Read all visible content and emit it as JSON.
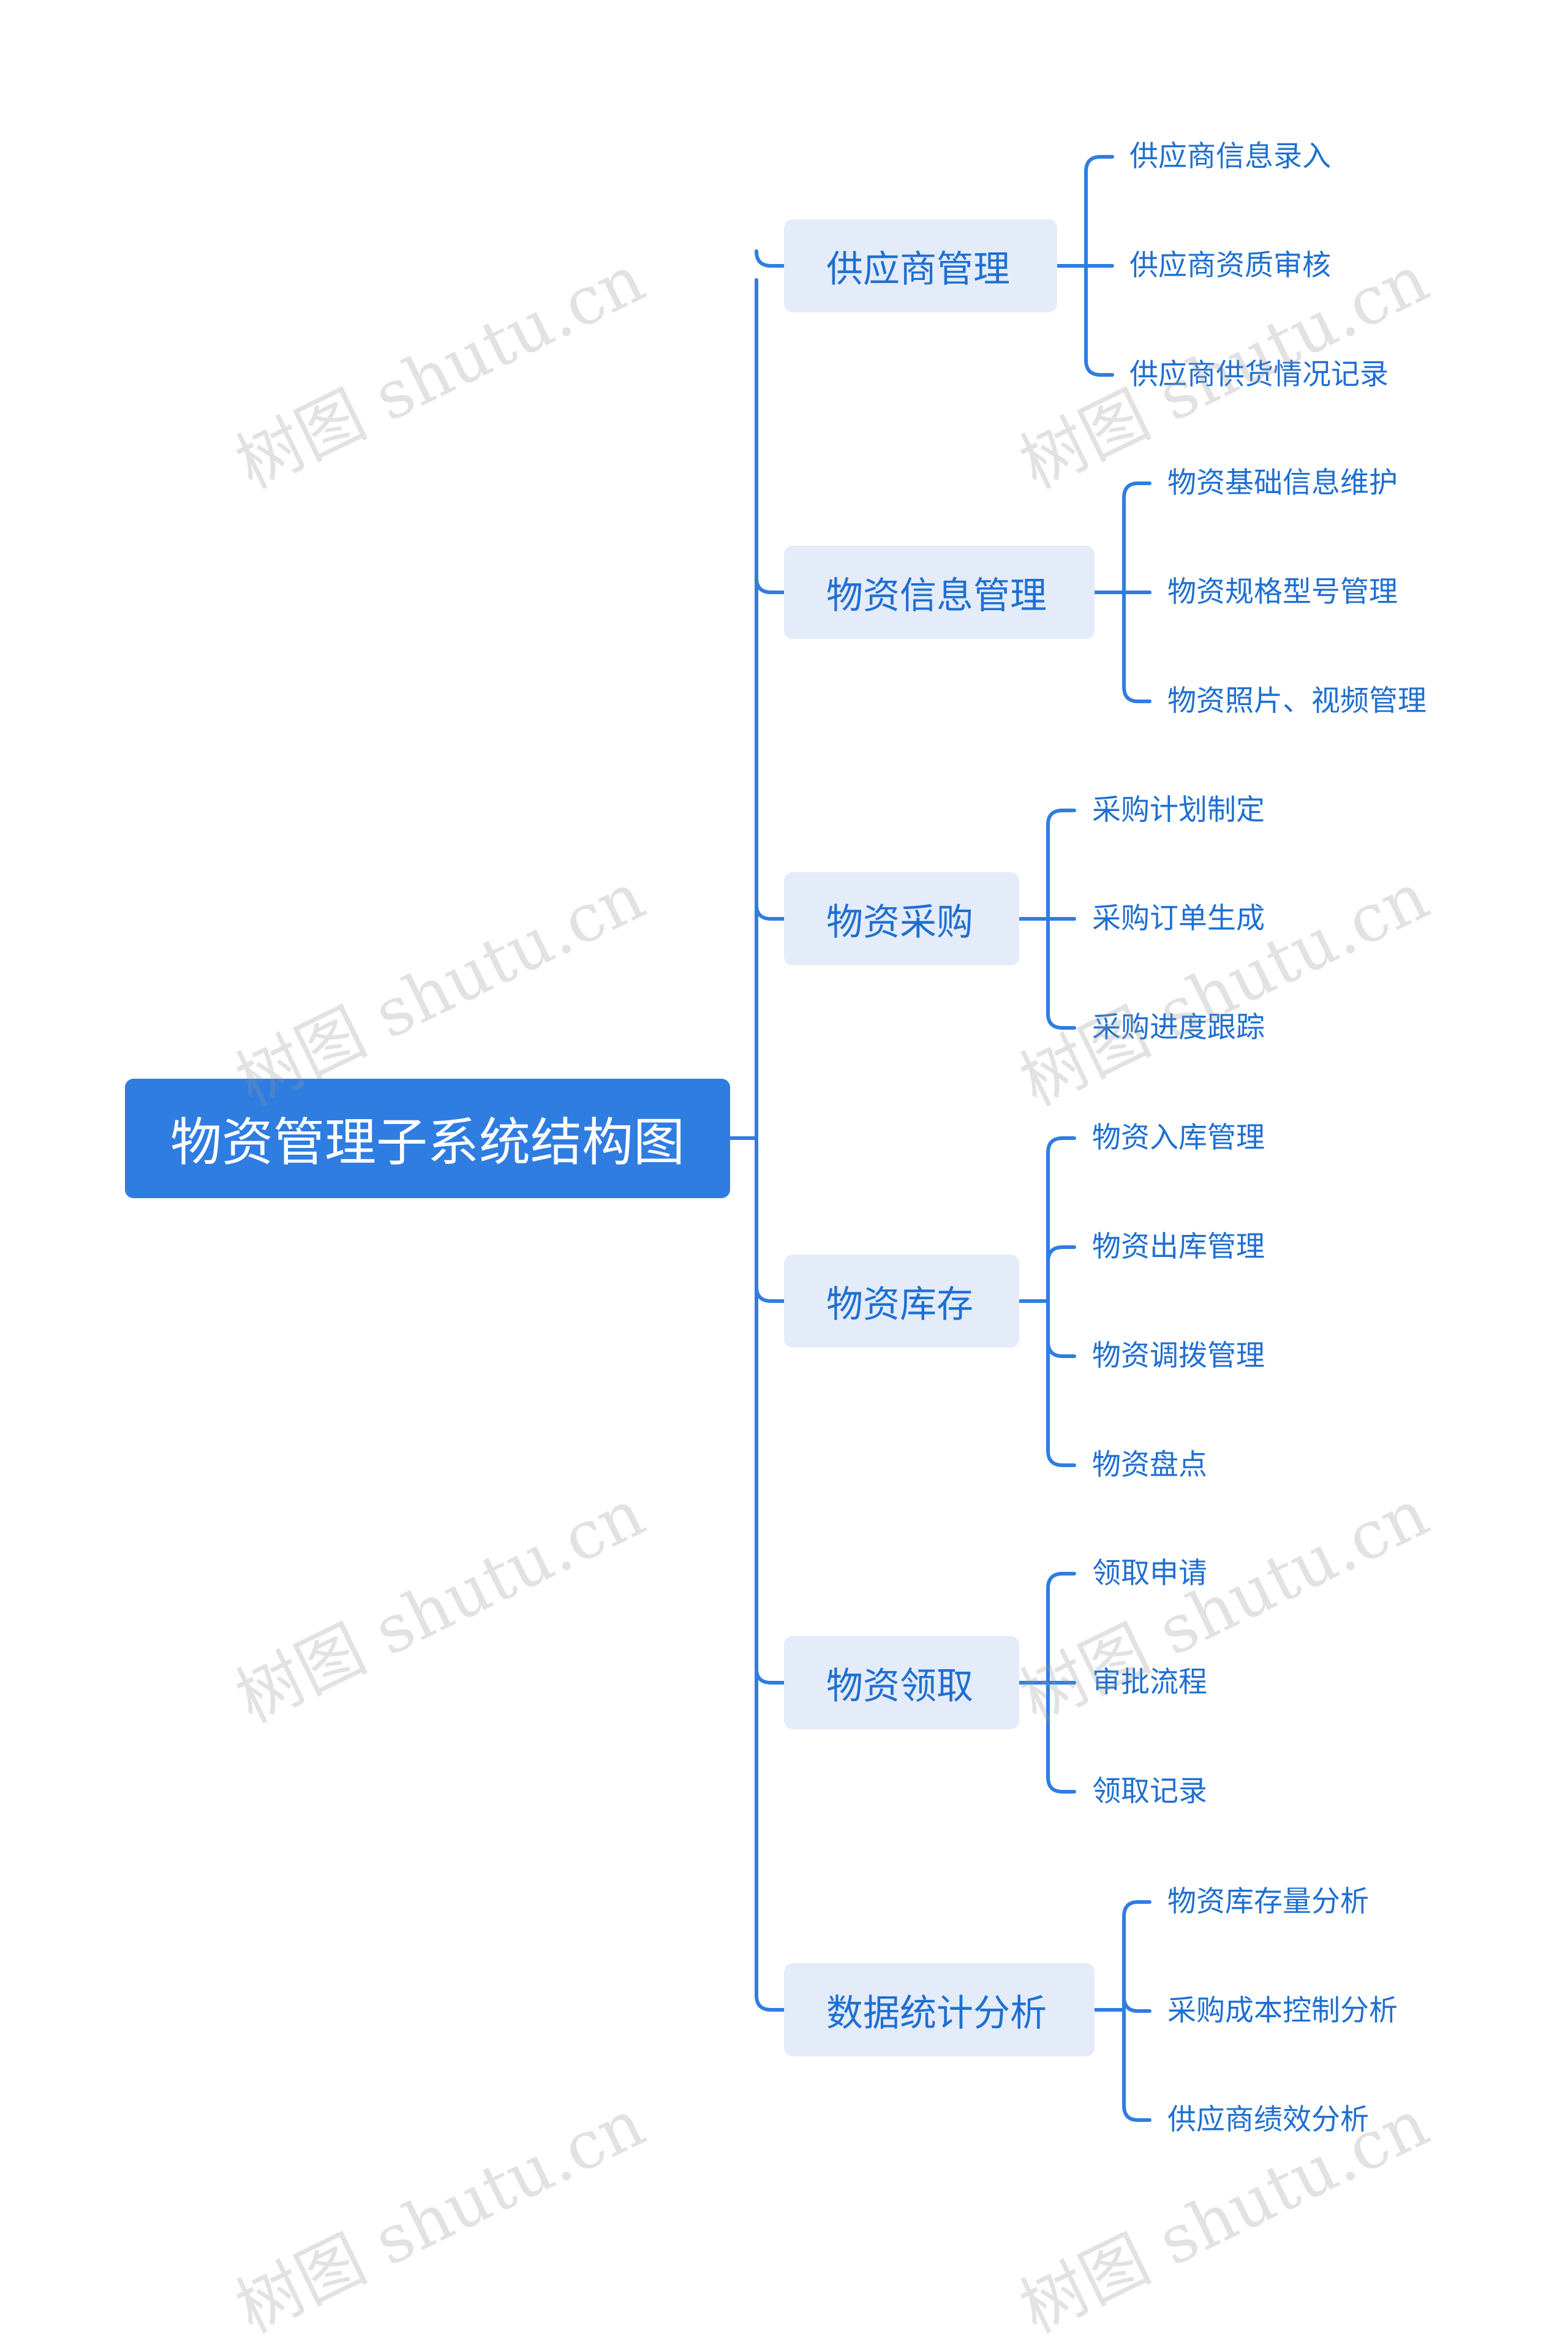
{
  "colors": {
    "accent": "#2f7de1",
    "branch_fill": "#e4ecfa",
    "text": "#1f6fd1",
    "line": "#2f7de1"
  },
  "root": {
    "label": "物资管理子系统结构图"
  },
  "branches": [
    {
      "label": "供应商管理",
      "children": [
        "供应商信息录入",
        "供应商资质审核",
        "供应商供货情况记录"
      ]
    },
    {
      "label": "物资信息管理",
      "children": [
        "物资基础信息维护",
        "物资规格型号管理",
        "物资照片、视频管理"
      ]
    },
    {
      "label": "物资采购",
      "children": [
        "采购计划制定",
        "采购订单生成",
        "采购进度跟踪"
      ]
    },
    {
      "label": "物资库存",
      "children": [
        "物资入库管理",
        "物资出库管理",
        "物资调拨管理",
        "物资盘点"
      ]
    },
    {
      "label": "物资领取",
      "children": [
        "领取申请",
        "审批流程",
        "领取记录"
      ]
    },
    {
      "label": "数据统计分析",
      "children": [
        "物资库存量分析",
        "采购成本控制分析",
        "供应商绩效分析"
      ]
    }
  ],
  "watermark": "树图 shutu.cn"
}
